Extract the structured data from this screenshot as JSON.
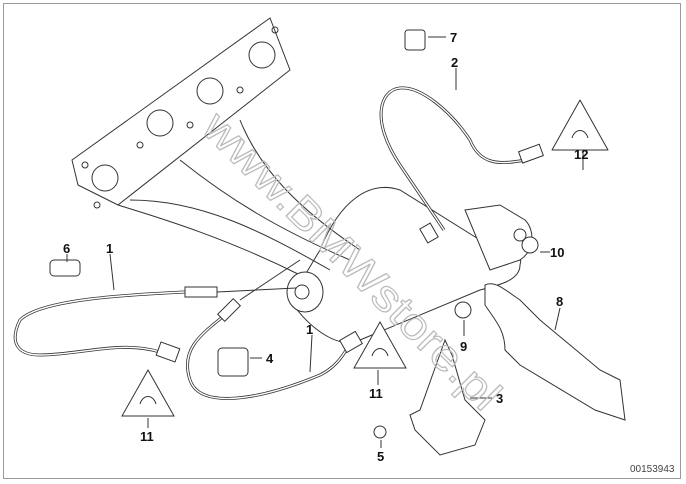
{
  "diagram": {
    "watermark": "www.BMWstore.pl",
    "diagram_code": "00153943",
    "callouts": [
      {
        "id": "7",
        "part": "clip"
      },
      {
        "id": "2",
        "part": "oxygen-sensor-rear"
      },
      {
        "id": "12",
        "part": "warning-label"
      },
      {
        "id": "6",
        "part": "clip"
      },
      {
        "id": "1",
        "part": "oxygen-sensor-front"
      },
      {
        "id": "10",
        "part": "bolt"
      },
      {
        "id": "8",
        "part": "heat-shield"
      },
      {
        "id": "9",
        "part": "nut"
      },
      {
        "id": "1",
        "part": "oxygen-sensor-front"
      },
      {
        "id": "4",
        "part": "connector-holder"
      },
      {
        "id": "11",
        "part": "warning-label"
      },
      {
        "id": "3",
        "part": "bracket"
      },
      {
        "id": "11",
        "part": "warning-label"
      },
      {
        "id": "5",
        "part": "screw"
      }
    ]
  }
}
